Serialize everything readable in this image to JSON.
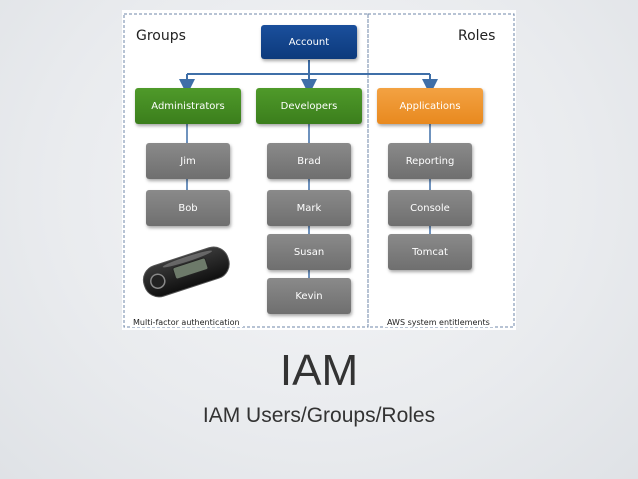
{
  "diagram": {
    "groups_label": "Groups",
    "roles_label": "Roles",
    "account": "Account",
    "groups": [
      "Administrators",
      "Developers"
    ],
    "role": "Applications",
    "admin_users": [
      "Jim",
      "Bob"
    ],
    "dev_users": [
      "Brad",
      "Mark",
      "Susan",
      "Kevin"
    ],
    "role_items": [
      "Reporting",
      "Console",
      "Tomcat"
    ],
    "mfa_caption": "Multi-factor authentication",
    "roles_caption": "AWS system entitlements",
    "colors": {
      "account": "#0d3a7c",
      "group": "#3b7e1c",
      "role": "#e8891f",
      "user": "#767676"
    }
  },
  "slide": {
    "title": "IAM",
    "subtitle": "IAM Users/Groups/Roles"
  }
}
